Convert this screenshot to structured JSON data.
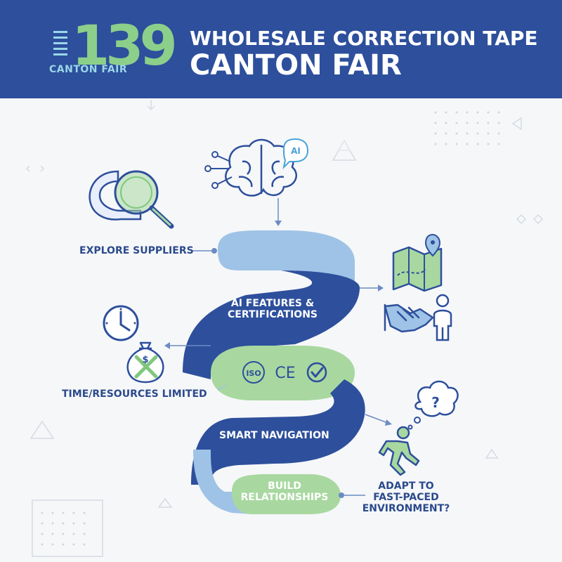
{
  "header": {
    "logo_number": "139",
    "logo_text": "CANTON FAIR",
    "title_line1": "WHOLESALE CORRECTION TAPE",
    "title_line2": "CANTON FAIR"
  },
  "diagram": {
    "ai_badge": "AI",
    "explore_suppliers": "EXPLORE SUPPLIERS",
    "ai_features_line1": "AI FEATURES &",
    "ai_features_line2": "CERTIFICATIONS",
    "time_resources": "TIME/RESOURCES LIMITED",
    "smart_navigation": "SMART NAVIGATION",
    "build_line1": "BUILD",
    "build_line2": "RELATIONSHIPS",
    "adapt_line1": "ADAPT TO",
    "adapt_line2": "FAST-PACED",
    "adapt_line3": "ENVIRONMENT?",
    "iso_mark": "ISO",
    "ce_mark": "CE",
    "question_mark": "?",
    "dollar_mark": "$"
  },
  "colors": {
    "header_bg": "#2d4f9c",
    "dark_blue": "#2d4f9c",
    "light_blue": "#9ec3e6",
    "green": "#a8d8a0",
    "label_blue": "#2b4a8c"
  }
}
